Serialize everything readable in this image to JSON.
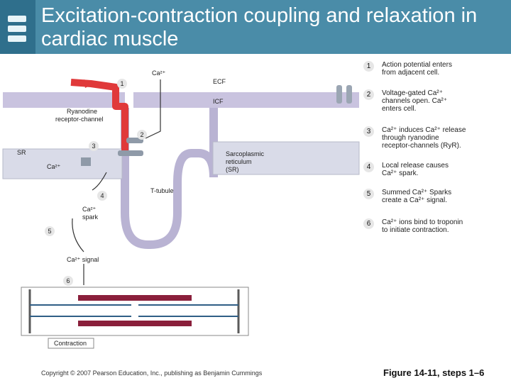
{
  "title": "Excitation-contraction coupling and relaxation in cardiac muscle",
  "labels": {
    "ecf": "ECF",
    "icf": "ICF",
    "ca_top": "Ca²⁺",
    "ryanodine": [
      "Ryanodine",
      "receptor-channel"
    ],
    "sr": "SR",
    "sarcoplasmic": [
      "Sarcoplasmic",
      "reticulum",
      "(SR)"
    ],
    "ca_left": "Ca²⁺",
    "t_tubule": "T-tubule",
    "ca_spark": [
      "Ca²⁺",
      "spark"
    ],
    "ca_signal": "Ca²⁺ signal",
    "contraction": "Contraction"
  },
  "diagram_numbers": [
    "1",
    "2",
    "3",
    "4",
    "5",
    "6"
  ],
  "steps": [
    {
      "num": "1",
      "lines": [
        "Action potential enters",
        "from adjacent cell."
      ]
    },
    {
      "num": "2",
      "lines": [
        "Voltage-gated Ca²⁺",
        "channels open. Ca²⁺",
        "enters cell."
      ]
    },
    {
      "num": "3",
      "lines": [
        "Ca²⁺ induces Ca²⁺ release",
        "through ryanodine",
        "receptor-channels (RyR)."
      ]
    },
    {
      "num": "4",
      "lines": [
        "Local release causes",
        "Ca²⁺ spark."
      ]
    },
    {
      "num": "5",
      "lines": [
        "Summed Ca²⁺ Sparks",
        "create a Ca²⁺ signal."
      ]
    },
    {
      "num": "6",
      "lines": [
        "Ca²⁺ ions bind to troponin",
        "to initiate contraction."
      ]
    }
  ],
  "copyright": "Copyright © 2007 Pearson Education, Inc., publishing as Benjamin Cummings",
  "figure_ref": "Figure 14-11, steps 1–6",
  "colors": {
    "title_bar": "#4a8ca8",
    "membrane": "#b9b3d3",
    "sr": "#d9dbe8",
    "action_potential": "#e0393a",
    "badge": "#e6e6e6"
  }
}
